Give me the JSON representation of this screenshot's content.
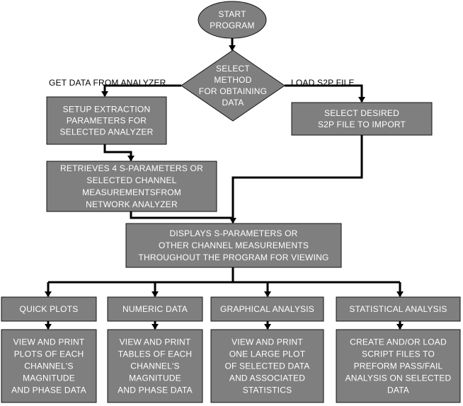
{
  "nodes": {
    "start": {
      "lines": [
        "START",
        "PROGRAM"
      ]
    },
    "decision": {
      "lines": [
        "SELECT",
        "METHOD",
        "FOR OBTAINING",
        "DATA"
      ]
    },
    "setup": {
      "lines": [
        "SETUP EXTRACTION",
        "PARAMETERS FOR",
        "SELECTED ANALYZER"
      ]
    },
    "select_file": {
      "lines": [
        "SELECT DESIRED",
        "S2P FILE TO IMPORT"
      ]
    },
    "retrieve": {
      "lines": [
        "RETRIEVES 4 S-PARAMETERS OR",
        "SELECTED CHANNEL",
        "MEASUREMENTSFROM",
        "NETWORK ANALYZER"
      ]
    },
    "display": {
      "lines": [
        "DISPLAYS S-PARAMETERS OR",
        "OTHER CHANNEL MEASUREMENTS",
        "THROUGHOUT THE PROGRAM FOR VIEWING"
      ]
    },
    "quick": {
      "lines": [
        "QUICK PLOTS"
      ]
    },
    "numeric": {
      "lines": [
        "NUMERIC DATA"
      ]
    },
    "graphical": {
      "lines": [
        "GRAPHICAL ANALYSIS"
      ]
    },
    "statistical": {
      "lines": [
        "STATISTICAL ANALYSIS"
      ]
    },
    "quick_desc": {
      "lines": [
        "VIEW AND PRINT",
        "PLOTS OF EACH",
        "CHANNEL'S",
        "MAGNITUDE",
        "AND PHASE DATA"
      ]
    },
    "numeric_desc": {
      "lines": [
        "VIEW AND PRINT",
        "TABLES OF EACH",
        "CHANNEL'S",
        "MAGNITUDE",
        "AND PHASE DATA"
      ]
    },
    "graphical_desc": {
      "lines": [
        "VIEW AND PRINT",
        "ONE LARGE PLOT",
        "OF SELECTED DATA",
        "AND ASSOCIATED",
        "STATISTICS"
      ]
    },
    "statistical_desc": {
      "lines": [
        "CREATE AND/OR LOAD",
        "SCRIPT FILES TO",
        "PREFORM PASS/FAIL",
        "ANALYSIS ON SELECTED",
        "DATA"
      ]
    }
  },
  "branch_labels": {
    "left": "GET DATA FROM ANALYZER",
    "right": "LOAD S2P FILE"
  },
  "colors": {
    "box_fill": "#7f7f7f",
    "box_text": "#ffffff",
    "connector": "#000000"
  }
}
